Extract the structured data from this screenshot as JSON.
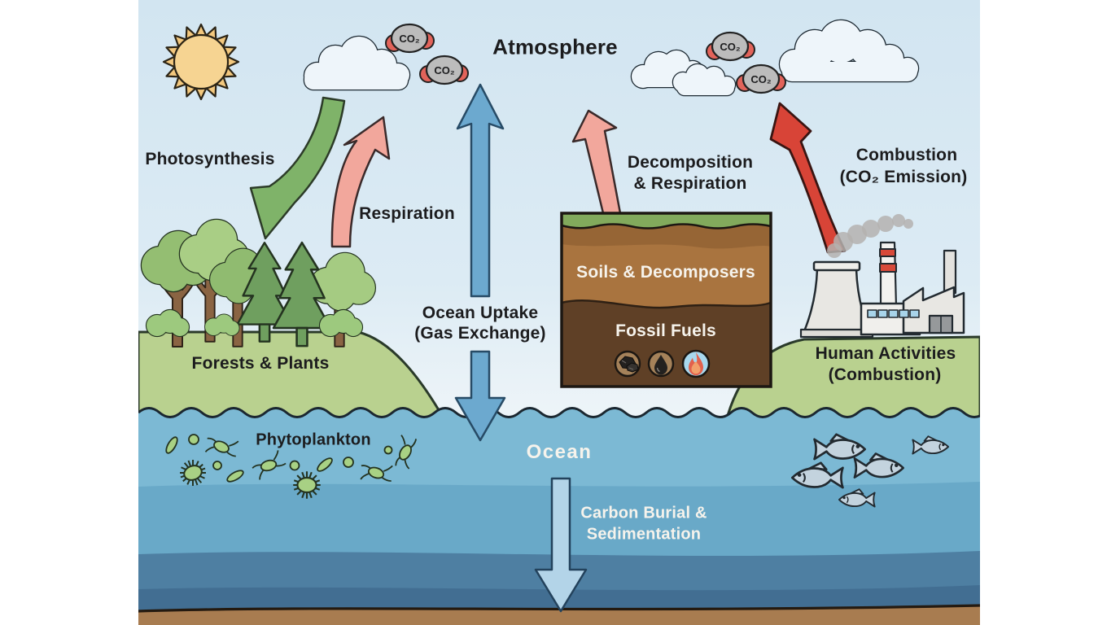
{
  "labels": {
    "atmosphere": "Atmosphere",
    "co2": "CO₂",
    "photosynthesis": "Photosynthesis",
    "respiration": "Respiration",
    "ocean_uptake_line1": "Ocean Uptake",
    "ocean_uptake_line2": "(Gas Exchange)",
    "decomposition_line1": "Decomposition",
    "decomposition_line2": "& Respiration",
    "combustion_line1": "Combustion",
    "combustion_line2": "(CO₂ Emission)",
    "forests": "Forests & Plants",
    "soils": "Soils & Decomposers",
    "fossil_fuels": "Fossil Fuels",
    "human_line1": "Human Activities",
    "human_line2": "(Combustion)",
    "phytoplankton": "Phytoplankton",
    "ocean": "Ocean",
    "burial_line1": "Carbon Burial &",
    "burial_line2": "Sedimentation"
  },
  "colors": {
    "sky_top": "#d2e5f1",
    "sky_bottom": "#edf4f8",
    "ocean_surface": "#7cb9d4",
    "ocean_band2": "#69a9c8",
    "ocean_band3": "#4e7fa2",
    "ocean_band4": "#426e92",
    "seabed": "#a87c50",
    "hill_green": "#b9d18f",
    "arrow_green": "#7fb369",
    "arrow_pink": "#f2a79c",
    "arrow_blue": "#6ca9cf",
    "arrow_red": "#d84437",
    "arrow_lightblue": "#b3d4e8",
    "soil_upper": "#a9743f",
    "soil_lower": "#5f4026",
    "sun": "#f6d492",
    "co2_gray": "#bcbcbc",
    "co2_red": "#e2635a"
  }
}
